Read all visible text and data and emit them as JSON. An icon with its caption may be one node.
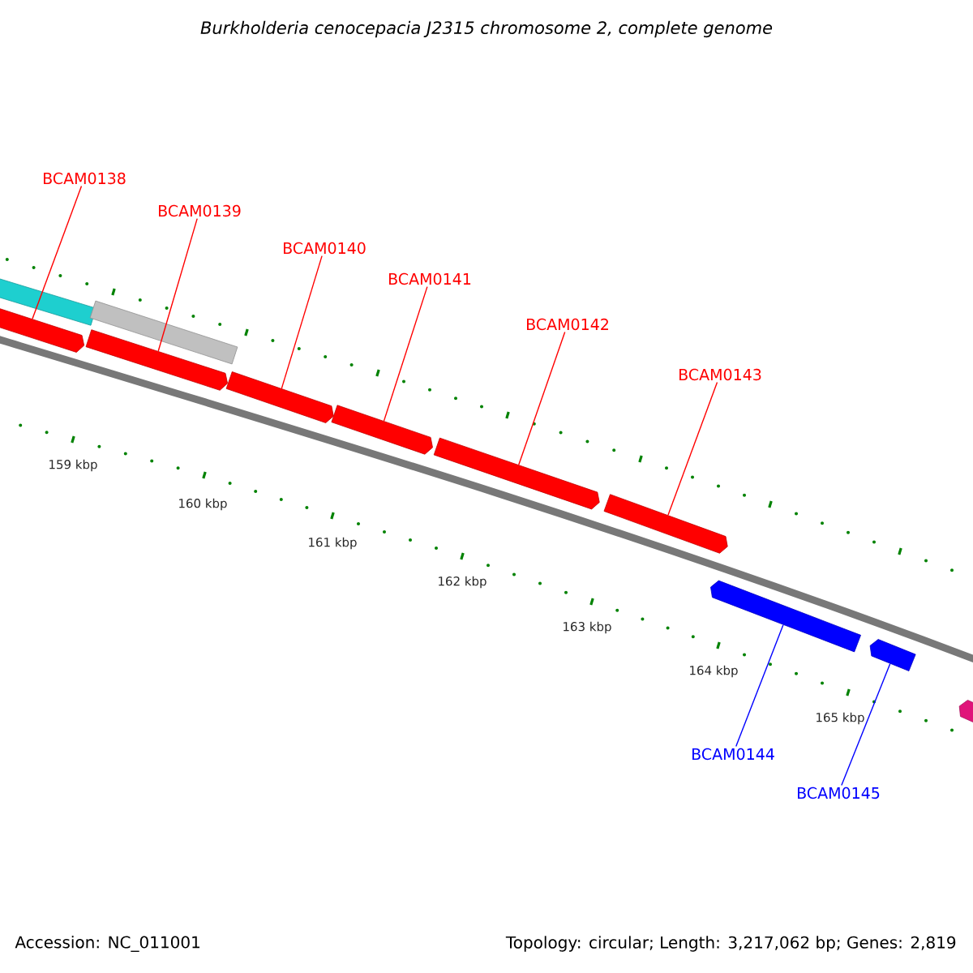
{
  "diagram": {
    "title": "Burkholderia cenocepacia J2315 chromosome 2, complete genome",
    "nodes": [
      {
        "text": [
          "BCAM0138"
        ]
      },
      {
        "text": [
          "BCAM0139"
        ]
      },
      {
        "text": [
          "BCAM0140"
        ]
      },
      {
        "text": [
          "BCAM0141"
        ]
      },
      {
        "text": [
          "BCAM0142"
        ]
      },
      {
        "text": [
          "BCAM0143"
        ]
      },
      {
        "text": [],
        "shape": "box"
      },
      {
        "text": [],
        "shape": "box"
      },
      {
        "text": [],
        "shape": "arrow"
      },
      {
        "text": [],
        "shape": "arrow"
      },
      {
        "text": [],
        "shape": "arrow"
      },
      {
        "text": [],
        "shape": "arrow"
      },
      {
        "text": [],
        "shape": "arrow"
      },
      {
        "text": [],
        "shape": "arrow"
      },
      {
        "text": [],
        "shape": "arrow"
      },
      {
        "text": [],
        "shape": "arrow"
      },
      {
        "text": [],
        "shape": "arrow"
      },
      {
        "text": [
          "BCAM0144"
        ]
      },
      {
        "text": [
          "BCAM0145"
        ]
      }
    ],
    "edges": [
      {
        "from": 0,
        "to": 8,
        "arrow": "none"
      },
      {
        "from": 1,
        "to": 9,
        "arrow": "none"
      },
      {
        "from": 2,
        "to": 10,
        "arrow": "none"
      },
      {
        "from": 3,
        "to": 11,
        "arrow": "none"
      },
      {
        "from": 4,
        "to": 12,
        "arrow": "none"
      },
      {
        "from": 5,
        "to": 13,
        "arrow": "none"
      },
      {
        "from": 17,
        "to": 14,
        "arrow": "none",
        "color": "#0000ff"
      },
      {
        "from": 18,
        "to": 15,
        "arrow": "none",
        "color": "#0000ff"
      }
    ],
    "labels": [
      "159 kbp",
      "160 kbp",
      "161 kbp",
      "162 kbp",
      "163 kbp",
      "164 kbp",
      "165 kbp",
      "Accession: NC_011001",
      "Topology: circular; Length: 3,217,062 bp; Genes: 2,819"
    ]
  }
}
